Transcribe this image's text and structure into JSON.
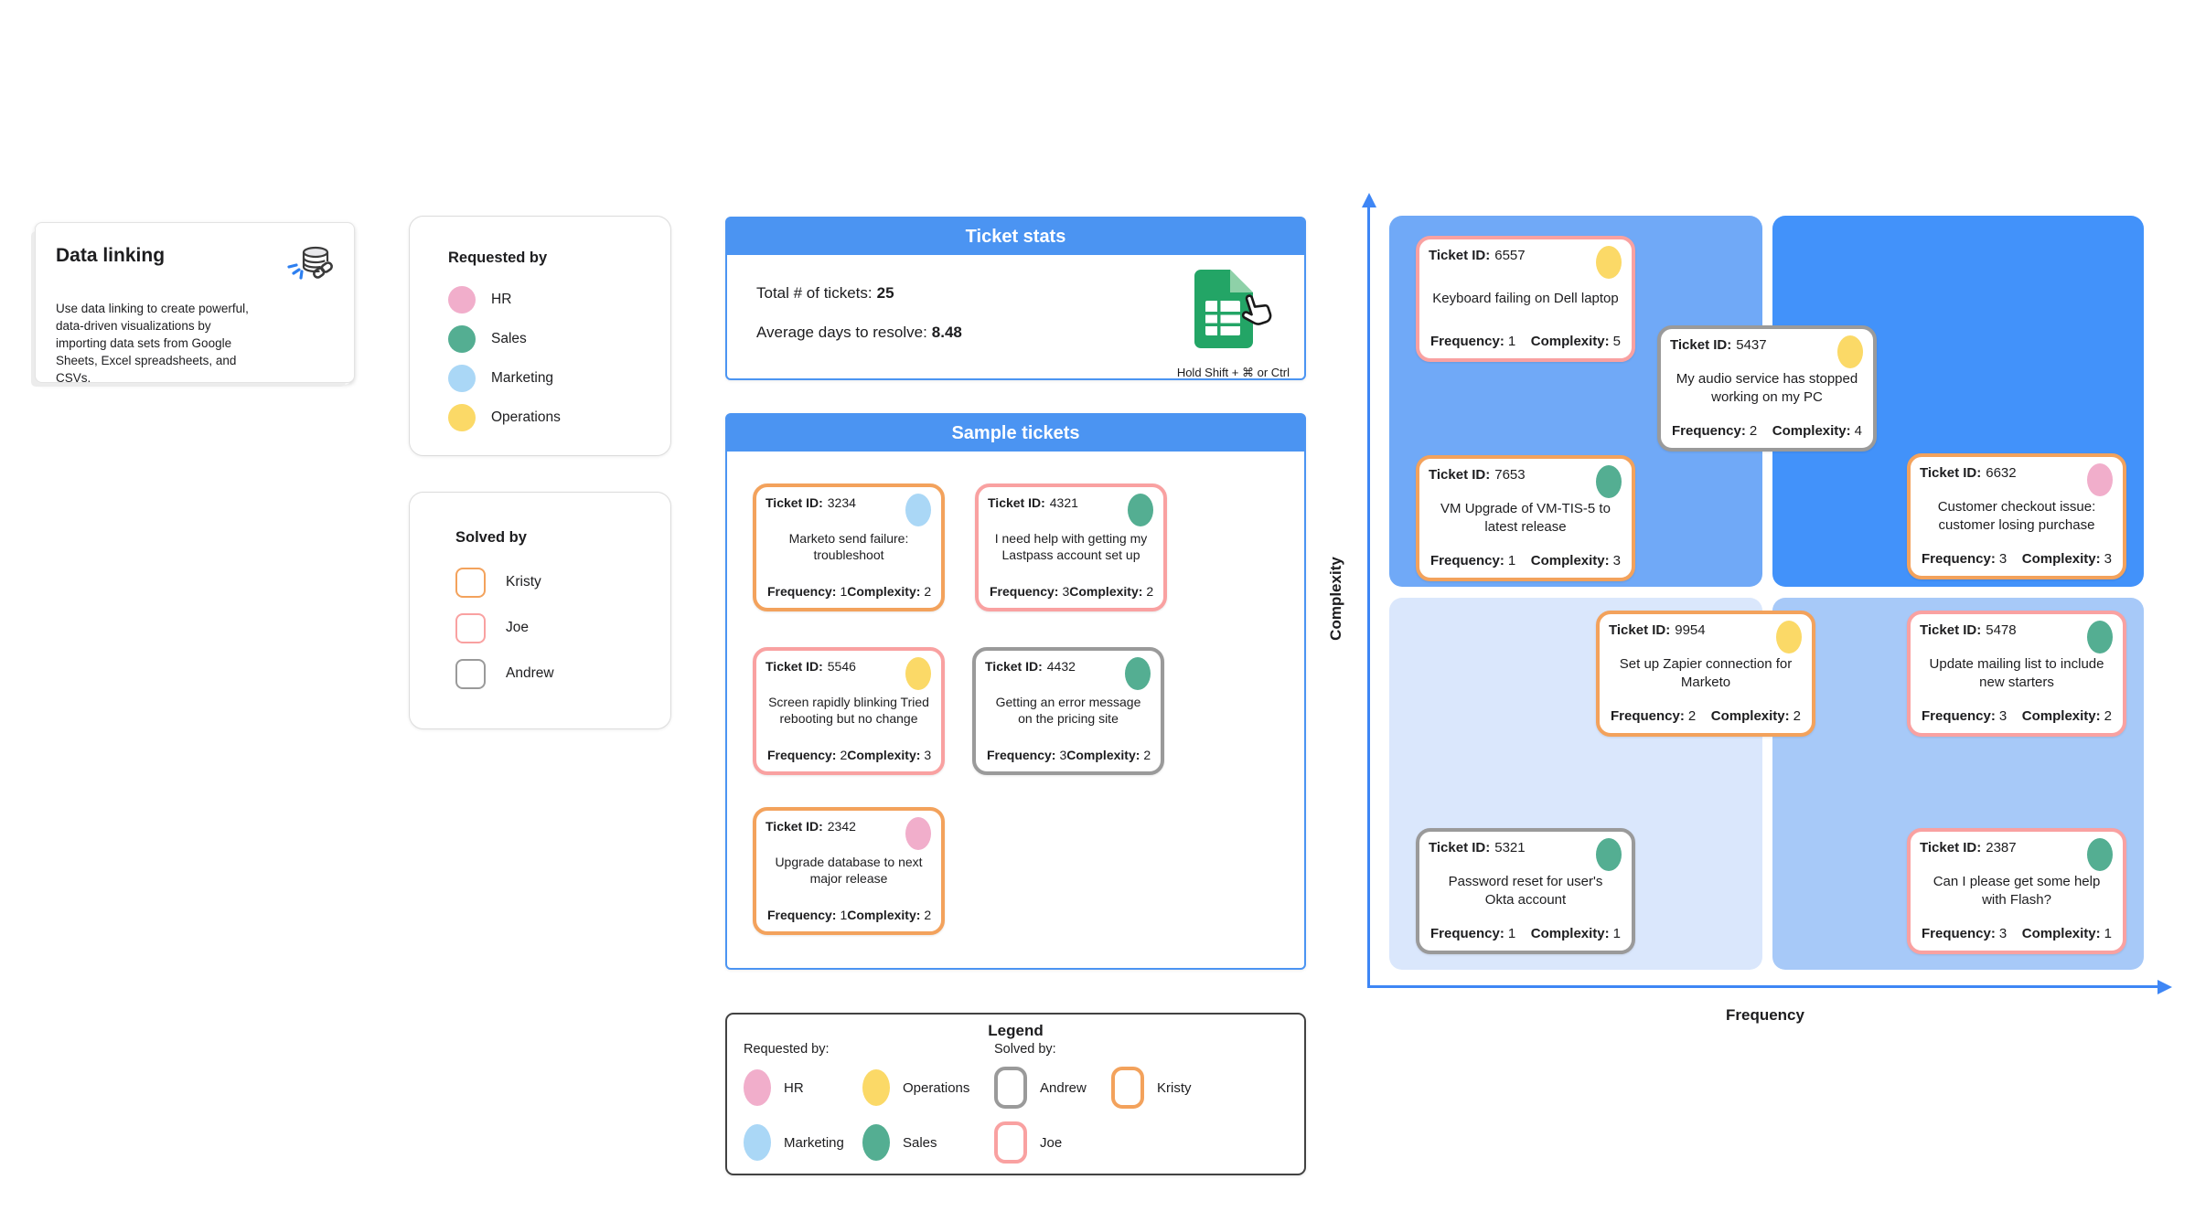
{
  "info_card": {
    "title": "Data linking",
    "body": "Use data linking to create powerful, data-driven visualizations by importing data sets from Google Sheets, Excel spreadsheets, and CSVs."
  },
  "requested_by_card": {
    "title": "Requested by",
    "items": [
      {
        "label": "HR",
        "color": "#F1AECB"
      },
      {
        "label": "Sales",
        "color": "#54AE92"
      },
      {
        "label": "Marketing",
        "color": "#AAD7F6"
      },
      {
        "label": "Operations",
        "color": "#FBD967"
      }
    ]
  },
  "solved_by_card": {
    "title": "Solved by",
    "items": [
      {
        "label": "Kristy",
        "color": "#F3A25C"
      },
      {
        "label": "Joe",
        "color": "#F9A1A1"
      },
      {
        "label": "Andrew",
        "color": "#9A9A9A"
      }
    ]
  },
  "labels": {
    "ticket_id": "Ticket ID:",
    "frequency": "Frequency:",
    "complexity": "Complexity:"
  },
  "ticket_stats": {
    "title": "Ticket stats",
    "total_label": "Total # of tickets:",
    "total_value": "25",
    "avg_label": "Average days to resolve:",
    "avg_value": "8.48",
    "sheets_hint": "Hold Shift + ⌘ or Ctrl"
  },
  "samples": {
    "title": "Sample tickets",
    "tickets": [
      {
        "id": "3234",
        "description": "Marketo send failure: troubleshoot",
        "frequency": "1",
        "complexity": "2",
        "requested_by": "Marketing",
        "solved_by": "Kristy",
        "border_color": "#F3A25C",
        "dot_color": "#AAD7F6"
      },
      {
        "id": "4321",
        "description": "I need help with getting my Lastpass account set up",
        "frequency": "3",
        "complexity": "2",
        "requested_by": "Sales",
        "solved_by": "Joe",
        "border_color": "#F9A1A1",
        "dot_color": "#54AE92"
      },
      {
        "id": "5546",
        "description": "Screen rapidly blinking Tried rebooting but no change",
        "frequency": "2",
        "complexity": "3",
        "requested_by": "Operations",
        "solved_by": "Joe",
        "border_color": "#F9A1A1",
        "dot_color": "#FBD967"
      },
      {
        "id": "4432",
        "description": "Getting an error message on the pricing site",
        "frequency": "3",
        "complexity": "2",
        "requested_by": "Sales",
        "solved_by": "Andrew",
        "border_color": "#9A9A9A",
        "dot_color": "#54AE92"
      },
      {
        "id": "2342",
        "description": "Upgrade database to next major release",
        "frequency": "1",
        "complexity": "2",
        "requested_by": "HR",
        "solved_by": "Kristy",
        "border_color": "#F3A25C",
        "dot_color": "#F1AECB"
      }
    ]
  },
  "legend": {
    "title": "Legend",
    "requested_label": "Requested by:",
    "solved_label": "Solved by:",
    "requested_items": [
      {
        "label": "HR",
        "color": "#F1AECB"
      },
      {
        "label": "Operations",
        "color": "#FBD967"
      },
      {
        "label": "Marketing",
        "color": "#AAD7F6"
      },
      {
        "label": "Sales",
        "color": "#54AE92"
      }
    ],
    "solved_items": [
      {
        "label": "Andrew",
        "color": "#9A9A9A"
      },
      {
        "label": "Kristy",
        "color": "#F3A25C"
      },
      {
        "label": "Joe",
        "color": "#F9A1A1"
      }
    ]
  },
  "chart": {
    "x_axis_label": "Frequency",
    "y_axis_label": "Complexity",
    "axis_color": "#3E86F5",
    "quadrants": {
      "top_left": "#70A9F7",
      "top_right": "#4292FA",
      "bottom_left": "#DAE7FC",
      "bottom_right": "#A7C9F8"
    },
    "tickets": [
      {
        "id": "6557",
        "description": "Keyboard failing on Dell laptop",
        "frequency": "1",
        "complexity": "5",
        "requested_by": "Operations",
        "solved_by": "Joe",
        "border_color": "#F9A1A1",
        "dot_color": "#FBD967"
      },
      {
        "id": "5437",
        "description": "My audio service has stopped working on my PC",
        "frequency": "2",
        "complexity": "4",
        "requested_by": "Operations",
        "solved_by": "Andrew",
        "border_color": "#9A9A9A",
        "dot_color": "#FBD967"
      },
      {
        "id": "7653",
        "description": "VM Upgrade of VM-TIS-5 to latest release",
        "frequency": "1",
        "complexity": "3",
        "requested_by": "Sales",
        "solved_by": "Kristy",
        "border_color": "#F3A25C",
        "dot_color": "#54AE92"
      },
      {
        "id": "6632",
        "description": "Customer checkout issue: customer losing purchase",
        "frequency": "3",
        "complexity": "3",
        "requested_by": "HR",
        "solved_by": "Kristy",
        "border_color": "#F3A25C",
        "dot_color": "#F1AECB"
      },
      {
        "id": "9954",
        "description": "Set up Zapier connection for Marketo",
        "frequency": "2",
        "complexity": "2",
        "requested_by": "Operations",
        "solved_by": "Kristy",
        "border_color": "#F3A25C",
        "dot_color": "#FBD967"
      },
      {
        "id": "5478",
        "description": "Update mailing list to include new starters",
        "frequency": "3",
        "complexity": "2",
        "requested_by": "Sales",
        "solved_by": "Joe",
        "border_color": "#F9A1A1",
        "dot_color": "#54AE92"
      },
      {
        "id": "5321",
        "description": "Password reset for user's Okta account",
        "frequency": "1",
        "complexity": "1",
        "requested_by": "Sales",
        "solved_by": "Andrew",
        "border_color": "#9A9A9A",
        "dot_color": "#54AE92"
      },
      {
        "id": "2387",
        "description": "Can I please get some help with Flash?",
        "frequency": "3",
        "complexity": "1",
        "requested_by": "Sales",
        "solved_by": "Joe",
        "border_color": "#F9A1A1",
        "dot_color": "#54AE92"
      }
    ]
  },
  "chart_data": {
    "type": "scatter",
    "title": "Ticket frequency vs complexity quadrant",
    "xlabel": "Frequency",
    "ylabel": "Complexity",
    "points": [
      {
        "label": "6557",
        "x": 1,
        "y": 5
      },
      {
        "label": "5437",
        "x": 2,
        "y": 4
      },
      {
        "label": "7653",
        "x": 1,
        "y": 3
      },
      {
        "label": "6632",
        "x": 3,
        "y": 3
      },
      {
        "label": "9954",
        "x": 2,
        "y": 2
      },
      {
        "label": "5478",
        "x": 3,
        "y": 2
      },
      {
        "label": "5321",
        "x": 1,
        "y": 1
      },
      {
        "label": "2387",
        "x": 3,
        "y": 1
      }
    ]
  }
}
